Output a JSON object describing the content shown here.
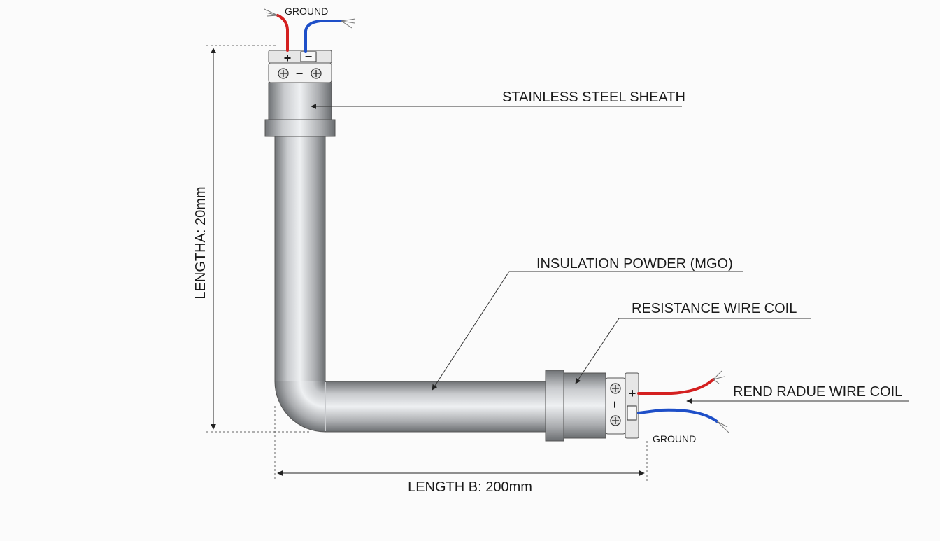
{
  "labels": {
    "stainless_steel_sheath": "STAINLESS STEEL SHEATH",
    "insulation_powder": "INSULATION POWDER (MGO)",
    "resistance_wire_coil": "RESISTANCE WIRE COIL",
    "rend_radue_wire_coil": "REND RADUE WIRE COIL",
    "ground_top": "GROUND",
    "ground_bottom": "GROUND",
    "length_a": "LENGTHA: 20mm",
    "length_b": "LENGTH B: 200mm"
  },
  "terminal_symbols": {
    "plus": "+",
    "minus": "−"
  },
  "colors": {
    "positive_wire": "#d42020",
    "negative_wire": "#1e4fc8",
    "steel": "#a7a9ac",
    "line": "#333333"
  }
}
